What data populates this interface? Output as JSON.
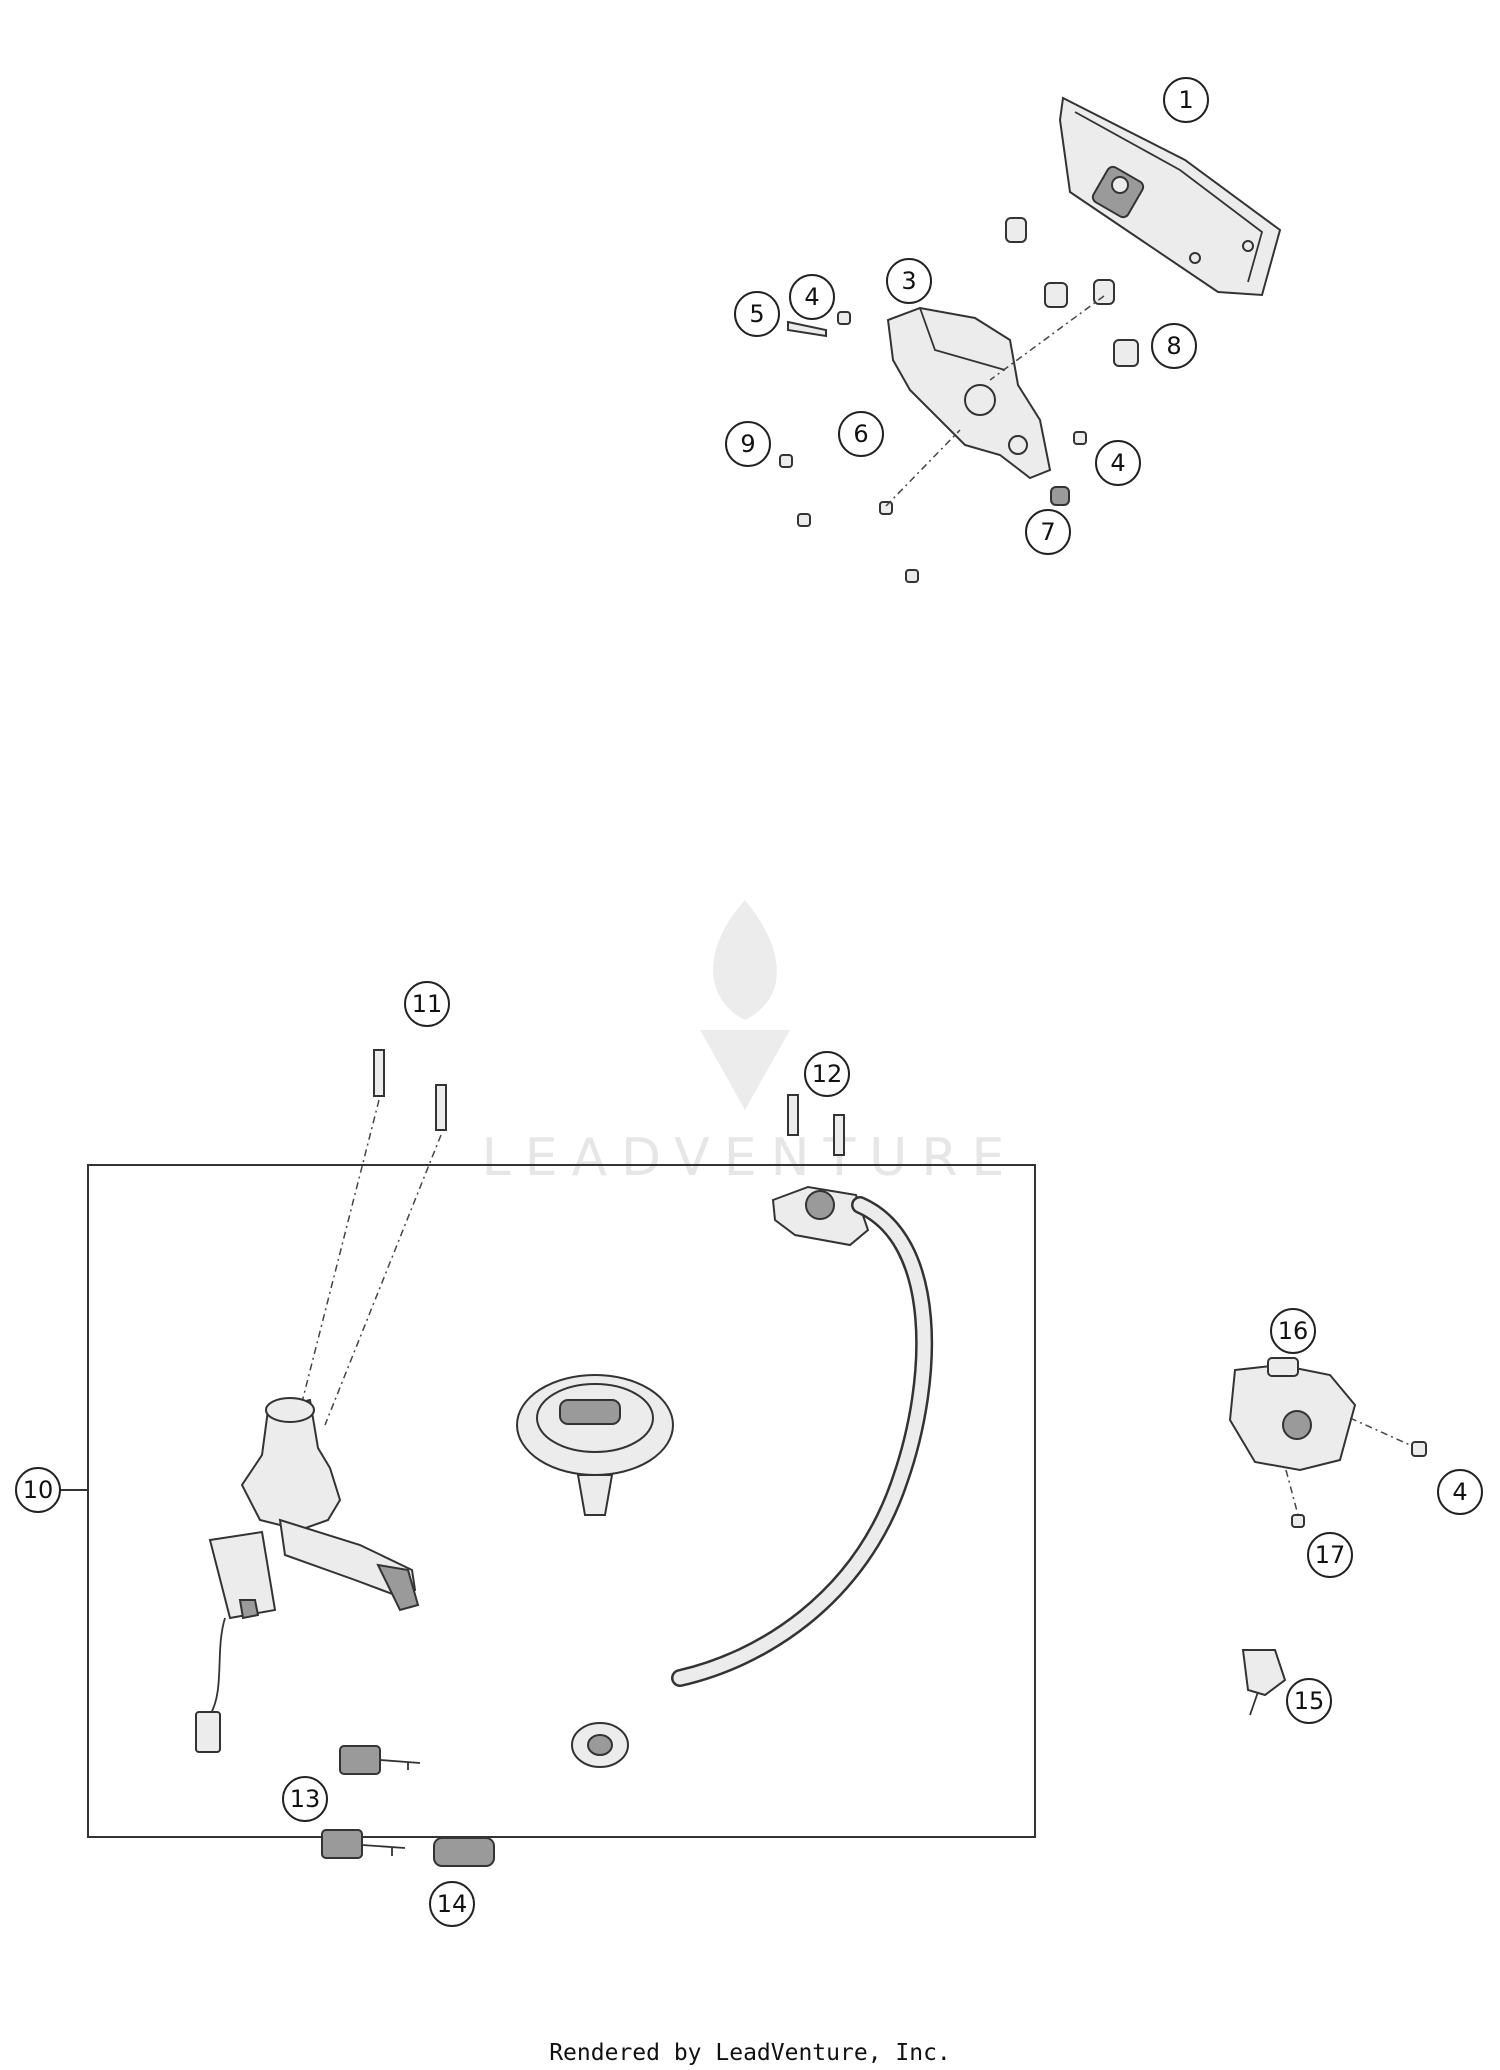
{
  "watermark": {
    "text": "LEADVENTURE"
  },
  "callouts": {
    "c1": "1",
    "c3": "3",
    "c4a": "4",
    "c4b": "4",
    "c4c": "4",
    "c5": "5",
    "c6": "6",
    "c7": "7",
    "c8": "8",
    "c9": "9",
    "c10": "10",
    "c11": "11",
    "c12": "12",
    "c13": "13",
    "c14": "14",
    "c15": "15",
    "c16": "16",
    "c17": "17"
  },
  "footer": {
    "text": "Rendered by LeadVenture, Inc."
  }
}
